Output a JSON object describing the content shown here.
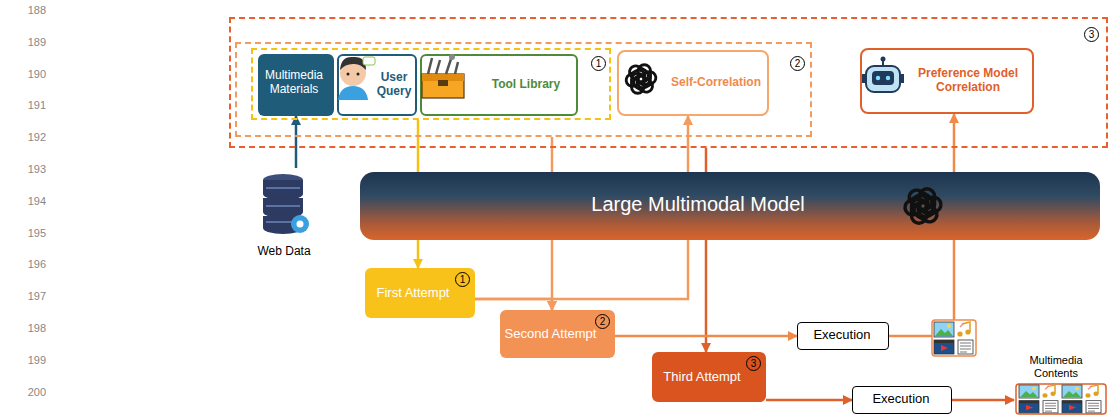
{
  "diagram": {
    "nodes": [
      {
        "text": [
          "3"
        ]
      },
      {
        "text": [
          "2"
        ],
        "in": 0
      },
      {
        "text": [
          "1"
        ],
        "in": 1
      },
      {
        "text": [
          "Multimedia Materials"
        ],
        "in": 2
      },
      {
        "text": [
          "User Query"
        ],
        "in": 2
      },
      {
        "text": [
          "Tool Library"
        ],
        "in": 2
      },
      {
        "text": [
          "Self-Correlation"
        ],
        "in": 1
      },
      {
        "text": [
          "Preference Model Correlation"
        ],
        "in": 0
      },
      {
        "text": [
          "Web Data"
        ]
      },
      {
        "text": [
          "Large Multimodal Model"
        ]
      },
      {
        "text": [
          "First Attempt",
          "1"
        ]
      },
      {
        "text": [
          "Second Attempt",
          "2"
        ]
      },
      {
        "text": [
          "Third Attempt",
          "3"
        ]
      },
      {
        "text": [
          "Execution"
        ]
      },
      {
        "text": [
          "Execution"
        ]
      },
      {
        "text": [
          "Multimedia Contents"
        ]
      }
    ],
    "edges": [
      {
        "from": 8,
        "to": 3,
        "arrow": "to"
      },
      {
        "from": 2,
        "to": 10,
        "arrow": "to"
      },
      {
        "from": 1,
        "to": 11,
        "arrow": "to"
      },
      {
        "from": 10,
        "to": 11,
        "arrow": "to"
      },
      {
        "from": 10,
        "to": 6,
        "arrow": "to"
      },
      {
        "from": 0,
        "to": 12,
        "arrow": "to"
      },
      {
        "from": 11,
        "to": 13,
        "arrow": "to"
      },
      {
        "from": 13,
        "to": 7,
        "arrow": "to"
      },
      {
        "from": 12,
        "to": 14,
        "arrow": "to"
      },
      {
        "from": 14,
        "to": 15,
        "arrow": "to"
      }
    ],
    "labels": [
      "188",
      "189",
      "190",
      "191",
      "192",
      "193",
      "194",
      "195",
      "196",
      "197",
      "198",
      "199",
      "200"
    ]
  }
}
